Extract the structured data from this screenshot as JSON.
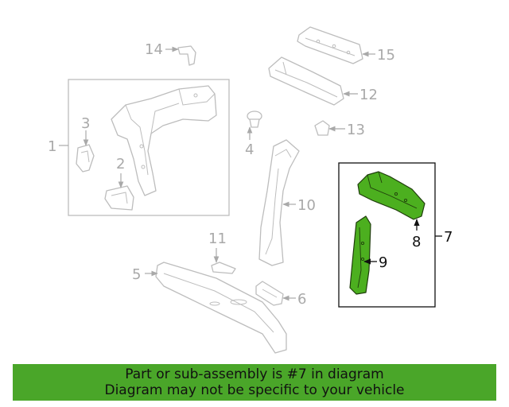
{
  "callouts": {
    "c1": "1",
    "c2": "2",
    "c3": "3",
    "c4": "4",
    "c5": "5",
    "c6": "6",
    "c7": "7",
    "c8": "8",
    "c9": "9",
    "c10": "10",
    "c11": "11",
    "c12": "12",
    "c13": "13",
    "c14": "14",
    "c15": "15"
  },
  "banner": {
    "line1": "Part or sub-assembly is #7 in diagram",
    "line2": "Diagram may not be specific to your vehicle"
  },
  "colors": {
    "highlight": "#4caf1f",
    "banner": "#4aa629",
    "callout_gray": "#a9a9a9",
    "callout_black": "#111111"
  }
}
